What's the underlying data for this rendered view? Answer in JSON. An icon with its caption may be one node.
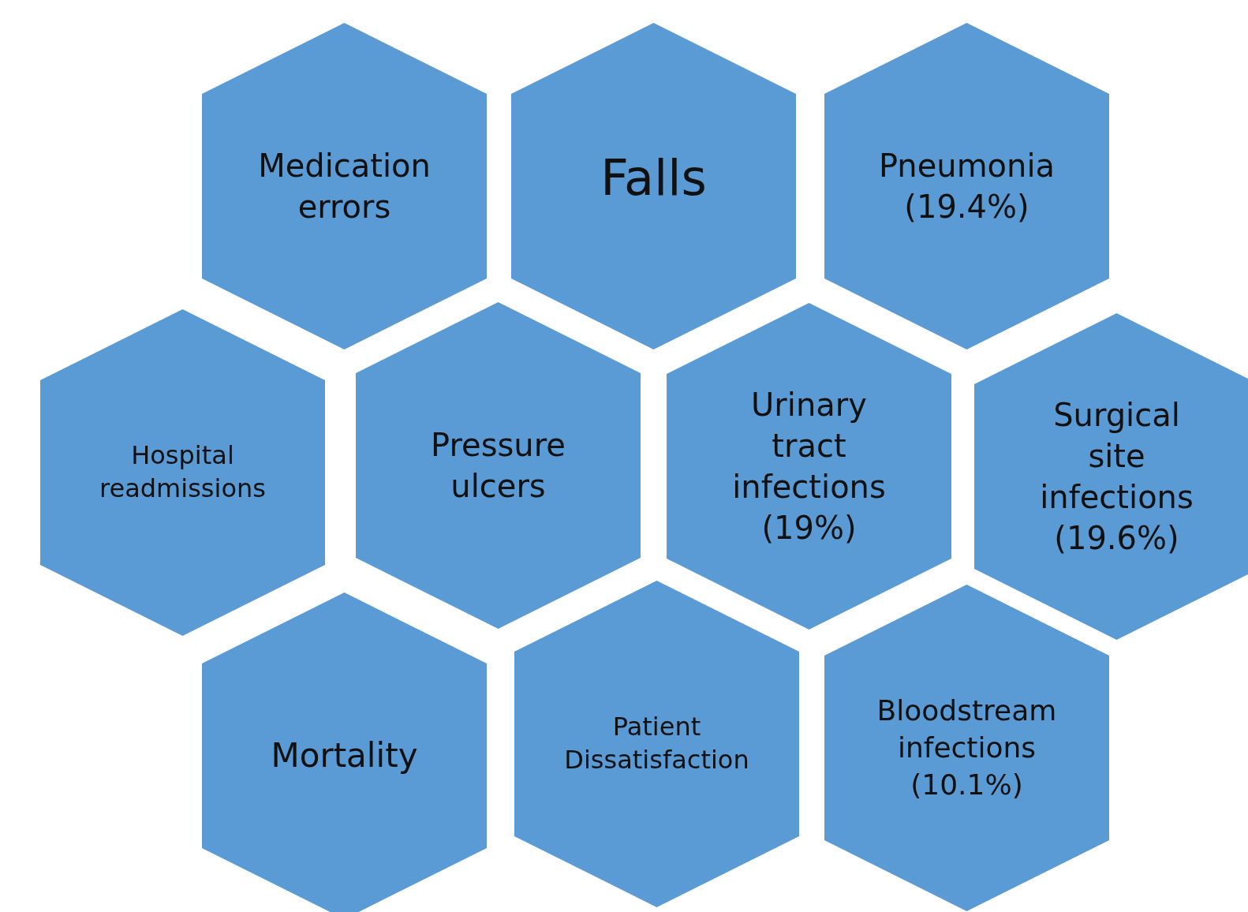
{
  "diagram": {
    "nodes": [
      {
        "text": [
          "Medication errors"
        ]
      },
      {
        "text": [
          "Falls"
        ]
      },
      {
        "text": [
          "Pneumonia (19.4%)"
        ]
      },
      {
        "text": [
          "Hospital readmissions"
        ]
      },
      {
        "text": [
          "Pressure ulcers"
        ]
      },
      {
        "text": [
          "Urinary tract infections (19%)"
        ]
      },
      {
        "text": [
          "Surgical site infections (19.6%)"
        ]
      },
      {
        "text": [
          "Mortality"
        ]
      },
      {
        "text": [
          "Patient Dissatisfaction"
        ]
      },
      {
        "text": [
          "Bloodstream infections (10.1%)"
        ]
      }
    ],
    "edges": []
  }
}
